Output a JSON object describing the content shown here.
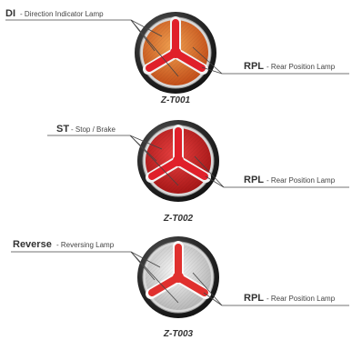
{
  "lamps": [
    {
      "model": "Z-T001",
      "left_code": "DI",
      "left_desc": "- Direction Indicator Lamp",
      "right_code": "RPL",
      "right_desc": "- Rear Position Lamp",
      "lens_color": "#e07a28",
      "lens_dark": "#c4501a",
      "arm_color": "#e0202a"
    },
    {
      "model": "Z-T002",
      "left_code": "ST",
      "left_desc": "- Stop / Brake",
      "right_code": "RPL",
      "right_desc": "- Rear Position Lamp",
      "lens_color": "#d42a2a",
      "lens_dark": "#a81818",
      "arm_color": "#e0202a"
    },
    {
      "model": "Z-T003",
      "left_code": "Reverse",
      "left_desc": "- Reversing Lamp",
      "right_code": "RPL",
      "right_desc": "- Rear Position Lamp",
      "lens_color": "#e4e4e4",
      "lens_dark": "#bdbdbd",
      "arm_color": "#e0302e"
    }
  ]
}
